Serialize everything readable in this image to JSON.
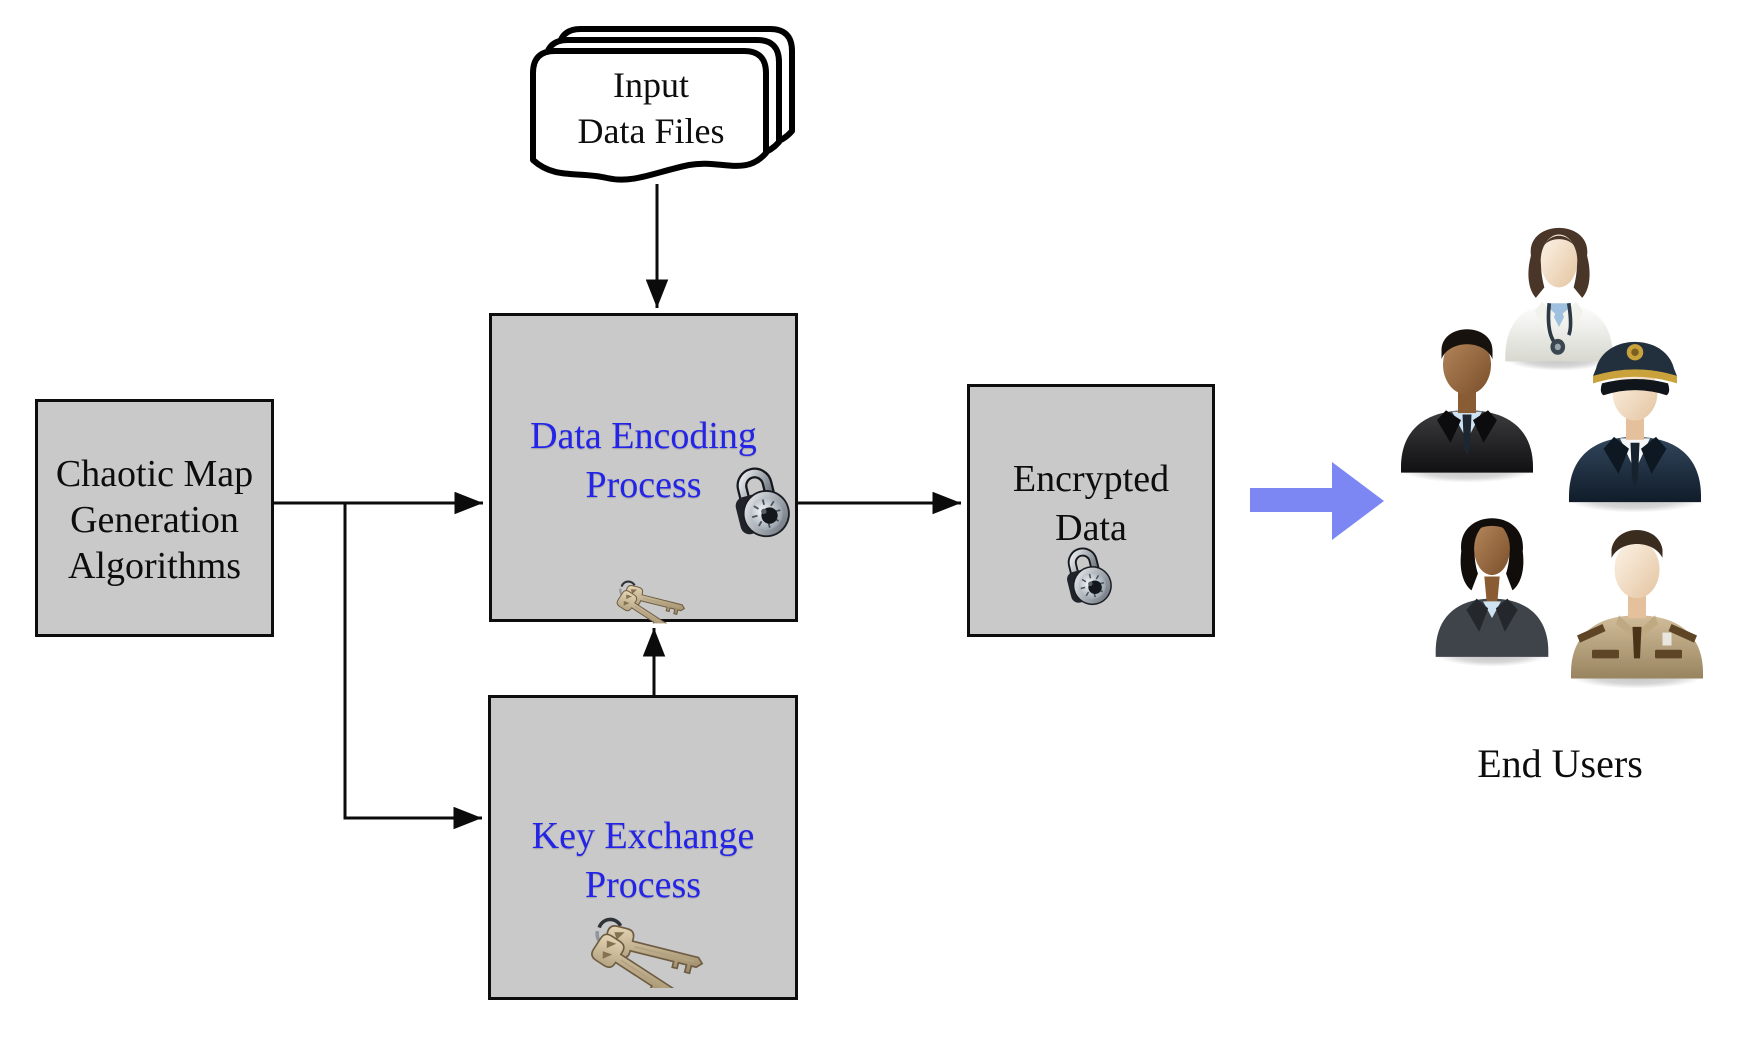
{
  "nodes": {
    "input_files": {
      "line1": "Input",
      "line2": "Data Files"
    },
    "chaotic": {
      "line1": "Chaotic Map",
      "line2": "Generation",
      "line3": "Algorithms"
    },
    "encoding": {
      "line1": "Data Encoding",
      "line2": "Process"
    },
    "key_exchange": {
      "line1": "Key Exchange",
      "line2": "Process"
    },
    "encrypted": {
      "line1": "Encrypted",
      "line2": "Data"
    }
  },
  "labels": {
    "end_users": "End Users"
  },
  "icons": [
    "document-stack-icon",
    "padlock-icon",
    "keys-icon",
    "flow-arrow-icon",
    "user-avatars"
  ],
  "avatars": {
    "items": [
      "doctor",
      "businessman",
      "pilot",
      "businesswoman",
      "security-officer"
    ]
  },
  "connections": [
    {
      "from": "input-data-files",
      "to": "data-encoding-process"
    },
    {
      "from": "chaotic-map-generation-algorithms",
      "to": "data-encoding-process"
    },
    {
      "from": "chaotic-map-generation-algorithms",
      "to": "key-exchange-process"
    },
    {
      "from": "key-exchange-process",
      "to": "data-encoding-process"
    },
    {
      "from": "data-encoding-process",
      "to": "encrypted-data"
    },
    {
      "from": "encrypted-data",
      "to": "end-users"
    }
  ],
  "colors": {
    "node_fill": "#c9c9c9",
    "node_border": "#0d0d0d",
    "process_text_blue": "#2424e8",
    "label_text": "#0d0d0d",
    "flow_arrow_blue": "#7d87f3",
    "connector": "#0b0b0b"
  }
}
